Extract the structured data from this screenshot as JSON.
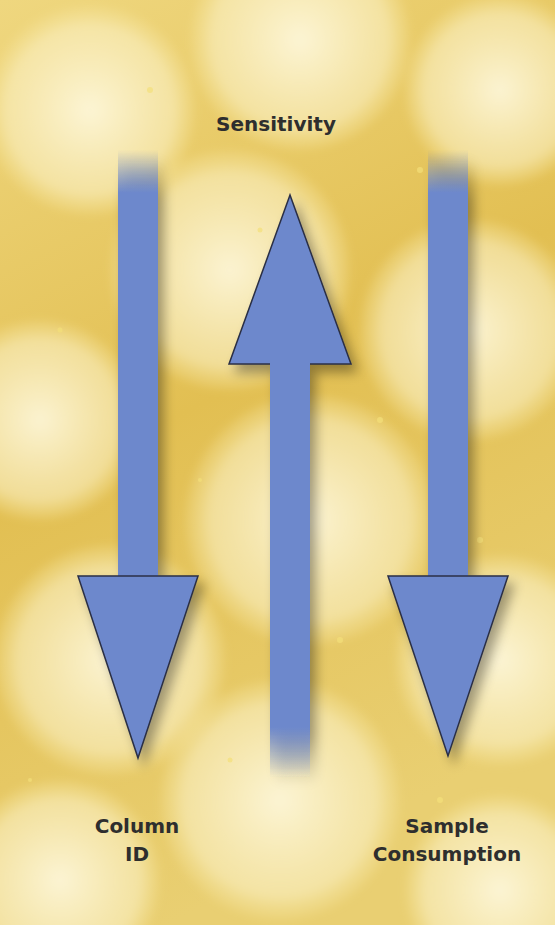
{
  "diagram": {
    "labels": [
      "Sensitivity",
      "Column ID",
      "Sample Consumption"
    ]
  }
}
